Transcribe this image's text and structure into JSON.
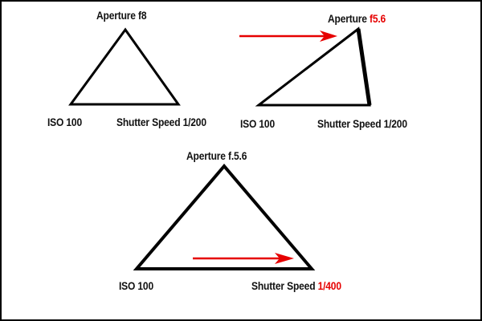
{
  "diagrams": [
    {
      "aperture_label": "Aperture",
      "aperture_value": "f8",
      "iso_label": "ISO 100",
      "shutter_label": "Shutter Speed",
      "shutter_value": "1/200"
    },
    {
      "aperture_label": "Aperture",
      "aperture_value": "f5.6",
      "iso_label": "ISO 100",
      "shutter_label": "Shutter Speed",
      "shutter_value": "1/200"
    },
    {
      "aperture_label": "Aperture",
      "aperture_value": "f.5.6",
      "iso_label": "ISO 100",
      "shutter_label": "Shutter Speed",
      "shutter_value": "1/400"
    }
  ],
  "colors": {
    "highlight": "#e60000",
    "line": "#000000"
  }
}
